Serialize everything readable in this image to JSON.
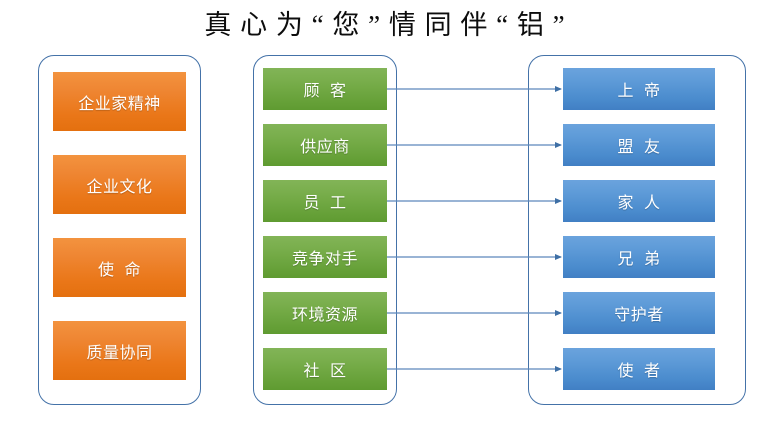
{
  "title": {
    "text": "真 心 为 “ 您 ” 情 同 伴 “ 铝 ”"
  },
  "colors": {
    "orange": "#E8700F",
    "green": "#6DA843",
    "blue": "#4F8FD0",
    "panel_border": "#4472A8",
    "arrow": "#3E6FA5",
    "title_text": "#0D0D0D",
    "box_text": "#FFFFFF"
  },
  "panels": {
    "values": {
      "name": "core-values-panel",
      "items": [
        {
          "label": "企业家精神"
        },
        {
          "label": "企业文化"
        },
        {
          "label": "使  命"
        },
        {
          "label": "质量协同"
        }
      ]
    },
    "stakeholders": {
      "name": "stakeholders-panel",
      "items": [
        {
          "label": "顾  客"
        },
        {
          "label": "供应商"
        },
        {
          "label": "员  工"
        },
        {
          "label": "竞争对手"
        },
        {
          "label": "环境资源"
        },
        {
          "label": "社  区"
        }
      ]
    },
    "roles": {
      "name": "roles-panel",
      "items": [
        {
          "label": "上  帝"
        },
        {
          "label": "盟  友"
        },
        {
          "label": "家  人"
        },
        {
          "label": "兄  弟"
        },
        {
          "label": "守护者"
        },
        {
          "label": "使  者"
        }
      ]
    }
  },
  "connectors": [
    {
      "from": "顾  客",
      "to": "上  帝"
    },
    {
      "from": "供应商",
      "to": "盟  友"
    },
    {
      "from": "员  工",
      "to": "家  人"
    },
    {
      "from": "竞争对手",
      "to": "兄  弟"
    },
    {
      "from": "环境资源",
      "to": "守护者"
    },
    {
      "from": "社  区",
      "to": "使  者"
    }
  ]
}
